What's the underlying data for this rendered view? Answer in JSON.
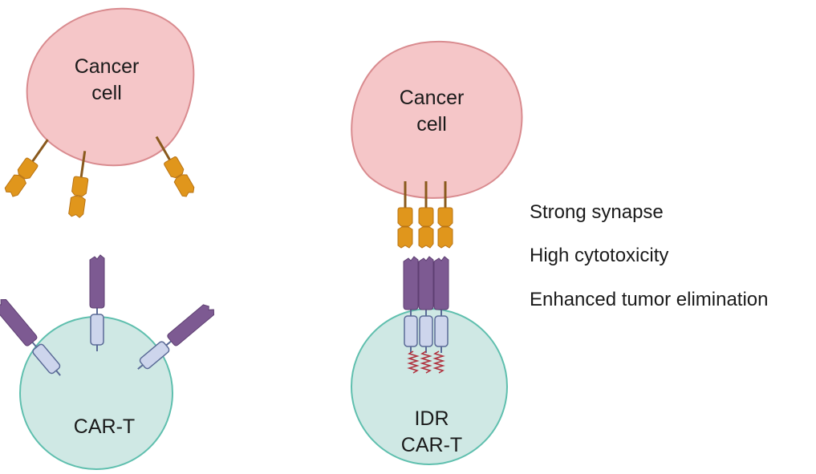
{
  "left_panel": {
    "cancer_cell": {
      "label_line1": "Cancer",
      "label_line2": "cell"
    },
    "t_cell": {
      "label": "CAR-T"
    }
  },
  "right_panel": {
    "cancer_cell": {
      "label_line1": "Cancer",
      "label_line2": "cell"
    },
    "t_cell": {
      "label_line1": "IDR",
      "label_line2": "CAR-T"
    }
  },
  "outcomes": [
    "Strong synapse",
    "High cytotoxicity",
    "Enhanced tumor elimination"
  ],
  "colors": {
    "cancer_fill": "#f5c6c8",
    "cancer_stroke": "#d98b8f",
    "tcell_fill": "#cfe8e4",
    "tcell_stroke": "#5fbfae",
    "antigen": "#e0961c",
    "stalk": "#8a5a1e",
    "car_scfv": "#7d5a92",
    "car_domain": "#cdd5ec",
    "car_domain_stroke": "#5b6b97",
    "idr_squiggle": "#b0323e"
  }
}
